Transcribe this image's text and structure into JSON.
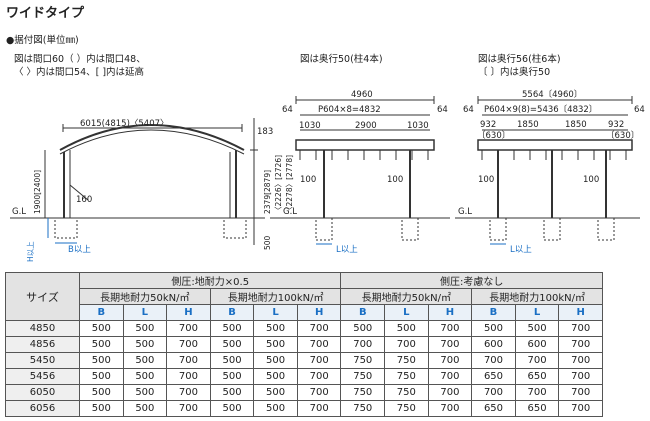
{
  "title": "ワイドタイプ",
  "notes": {
    "heading": "●据付図(単位㎜)",
    "left_line1": "図は間口60（  ）内は間口48、",
    "left_line2": "〈  〉内は間口54、[  ]内は延高",
    "mid_line1": "図は奥行50(柱4本)",
    "right_line1": "図は奥行56(柱6本)",
    "right_line2": "〔  〕内は奥行50"
  },
  "front_view": {
    "width_dim": "6015(4815)〈5407〉",
    "height_right": "2379[2879]",
    "height_right2": "〈2226〉[2726]",
    "height_right3": "〈2278〉[2778]",
    "top_dim": "183",
    "bottom_dim": "500",
    "left_height": "1900[2400]",
    "inner_dim": "160",
    "ground": "G.L",
    "b_label": "B以上",
    "h_label": "H以上"
  },
  "mid_view": {
    "total": "4960",
    "pitch": "P604×8=4832",
    "side_left": "64",
    "side_right": "64",
    "seg1": "1030",
    "seg2": "2900",
    "seg3": "1030",
    "post_dim": "100",
    "ground": "G.L",
    "l_label": "L以上"
  },
  "right_view": {
    "total": "5564〔4960〕",
    "pitch": "P604×9(8)=5436〔4832〕",
    "side_left": "64",
    "side_right": "64",
    "seg1": "932",
    "seg1b": "〔630〕",
    "seg2": "1850",
    "seg3": "1850",
    "seg4": "932",
    "seg4b": "〔630〕",
    "post_dim": "100",
    "ground": "G.L",
    "l_label": "L以上"
  },
  "table": {
    "size_header": "サイズ",
    "group1": "側圧:地耐力×0.5",
    "group2": "側圧:考慮なし",
    "sub1": "長期地耐力50kN/㎡",
    "sub2": "長期地耐力100kN/㎡",
    "sub3": "長期地耐力50kN/㎡",
    "sub4": "長期地耐力100kN/㎡",
    "cols": [
      "B",
      "L",
      "H",
      "B",
      "L",
      "H",
      "B",
      "L",
      "H",
      "B",
      "L",
      "H"
    ],
    "rows": [
      {
        "size": "4850",
        "values": [
          "500",
          "500",
          "700",
          "500",
          "500",
          "700",
          "500",
          "500",
          "700",
          "500",
          "500",
          "700"
        ]
      },
      {
        "size": "4856",
        "values": [
          "500",
          "500",
          "700",
          "500",
          "500",
          "700",
          "700",
          "700",
          "700",
          "600",
          "600",
          "700"
        ]
      },
      {
        "size": "5450",
        "values": [
          "500",
          "500",
          "700",
          "500",
          "500",
          "700",
          "750",
          "750",
          "700",
          "700",
          "700",
          "700"
        ]
      },
      {
        "size": "5456",
        "values": [
          "500",
          "500",
          "700",
          "500",
          "500",
          "700",
          "750",
          "750",
          "700",
          "650",
          "650",
          "700"
        ]
      },
      {
        "size": "6050",
        "values": [
          "500",
          "500",
          "700",
          "500",
          "500",
          "700",
          "750",
          "750",
          "700",
          "700",
          "700",
          "700"
        ]
      },
      {
        "size": "6056",
        "values": [
          "500",
          "500",
          "700",
          "500",
          "500",
          "700",
          "750",
          "750",
          "700",
          "650",
          "650",
          "700"
        ]
      }
    ]
  }
}
